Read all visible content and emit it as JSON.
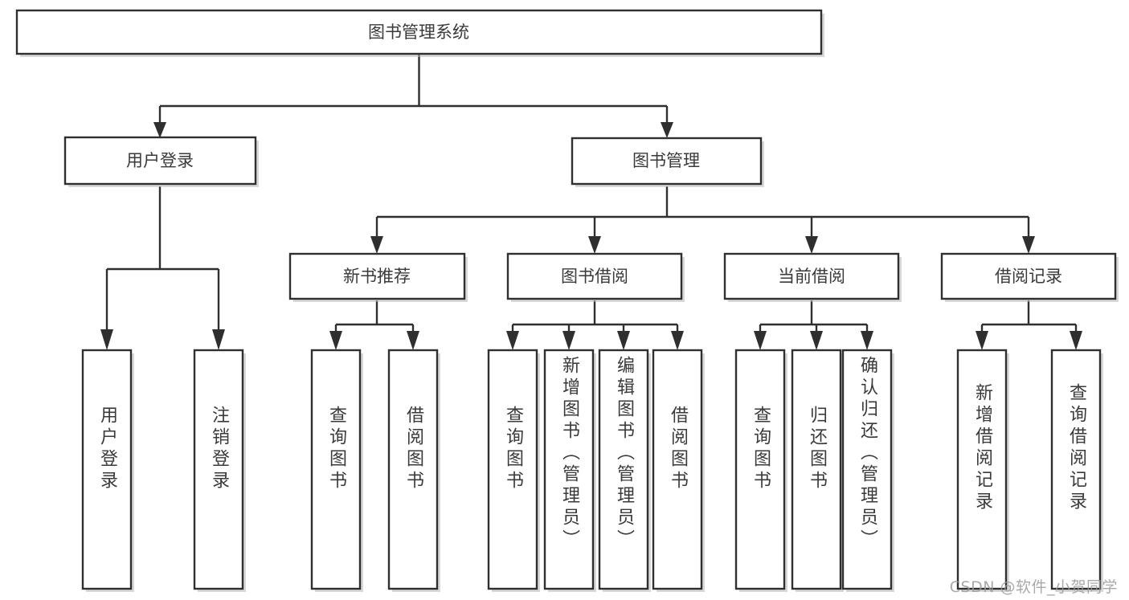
{
  "diagram": {
    "title": "图书管理系统",
    "type": "hierarchy-tree",
    "watermark": "CSDN @软件_小贺同学",
    "colors": {
      "box_stroke": "#2f2f2f",
      "box_fill": "#ffffff",
      "text": "#3a3a3a",
      "background": "#ffffff",
      "watermark": "#9b9b9b"
    },
    "root": {
      "label": "图书管理系统"
    },
    "level2": [
      {
        "label": "用户登录"
      },
      {
        "label": "图书管理"
      }
    ],
    "level3": [
      {
        "label": "新书推荐"
      },
      {
        "label": "图书借阅"
      },
      {
        "label": "当前借阅"
      },
      {
        "label": "借阅记录"
      }
    ],
    "leaves": {
      "user_login": [
        {
          "label": "用户登录"
        },
        {
          "label": "注销登录"
        }
      ],
      "new_book": [
        {
          "label": "查询图书"
        },
        {
          "label": "借阅图书"
        }
      ],
      "book_borrow": [
        {
          "label": "查询图书"
        },
        {
          "label": "新增图书（管理员）"
        },
        {
          "label": "编辑图书（管理员）"
        },
        {
          "label": "借阅图书"
        }
      ],
      "current_borrow": [
        {
          "label": "查询图书"
        },
        {
          "label": "归还图书"
        },
        {
          "label": "确认归还（管理员）"
        }
      ],
      "borrow_record": [
        {
          "label": "新增借阅记录"
        },
        {
          "label": "查询借阅记录"
        }
      ]
    }
  }
}
